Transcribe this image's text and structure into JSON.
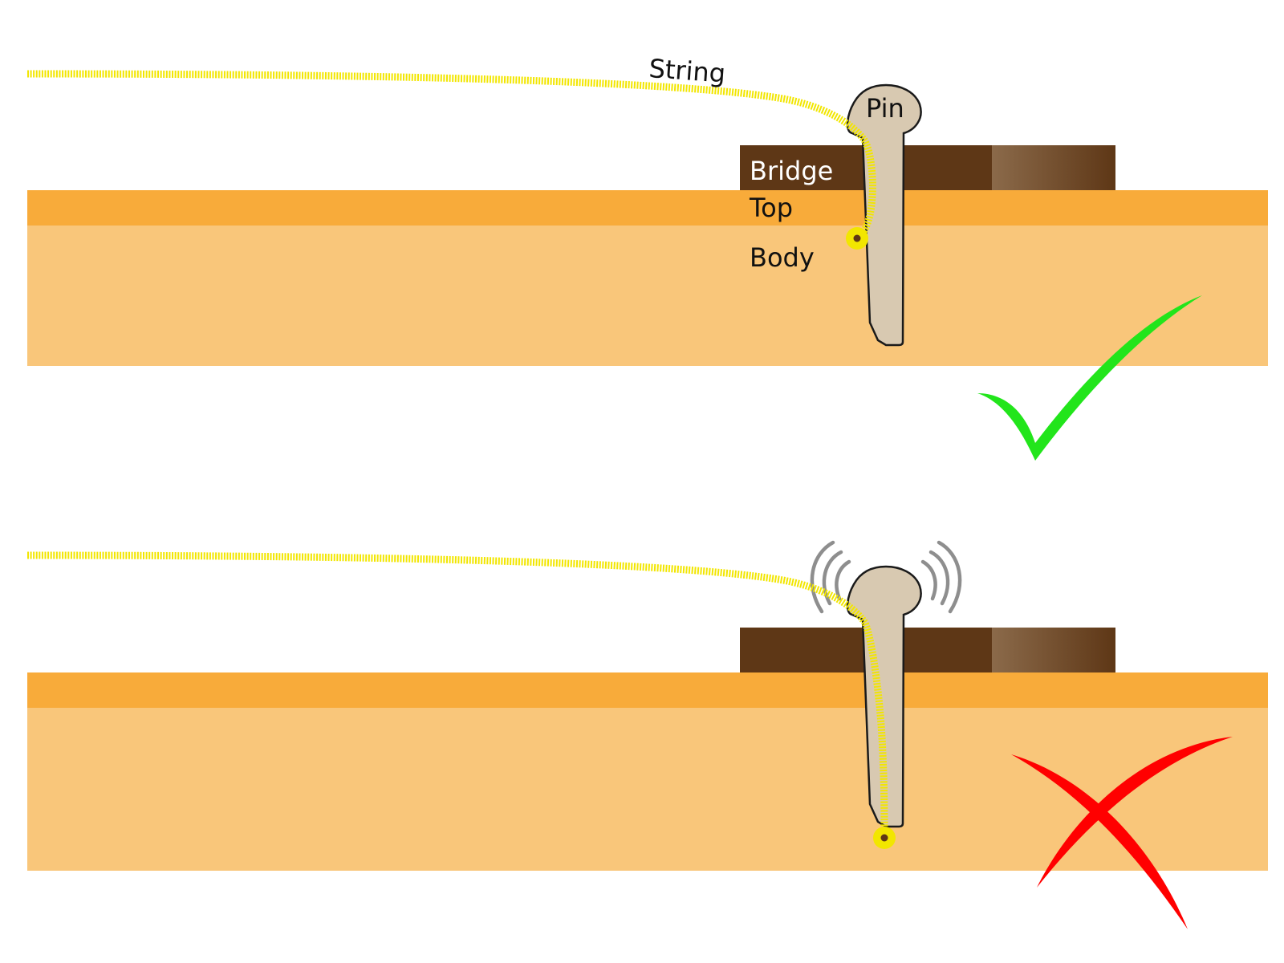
{
  "labels": {
    "string": "String",
    "pin": "Pin",
    "bridge": "Bridge",
    "top": "Top",
    "body": "Body"
  },
  "panels": [
    {
      "name": "correct",
      "status_icon": "check-mark-icon",
      "vibration_marks": false,
      "string_end": "ball-end-under-top"
    },
    {
      "name": "incorrect",
      "status_icon": "cross-mark-icon",
      "vibration_marks": true,
      "string_end": "ball-end-below-pin"
    }
  ],
  "colors": {
    "bridge_dark": "#5e3716",
    "bridge_light": "#8b6a4a",
    "top": "#f8ab3a",
    "body": "#f9c67a",
    "pin_fill": "#d8c9b1",
    "string": "#f2e600",
    "ball_dot": "#5e3716",
    "vibration": "#8e8e8e",
    "check": "#22e51b",
    "cross": "#ff0000"
  }
}
